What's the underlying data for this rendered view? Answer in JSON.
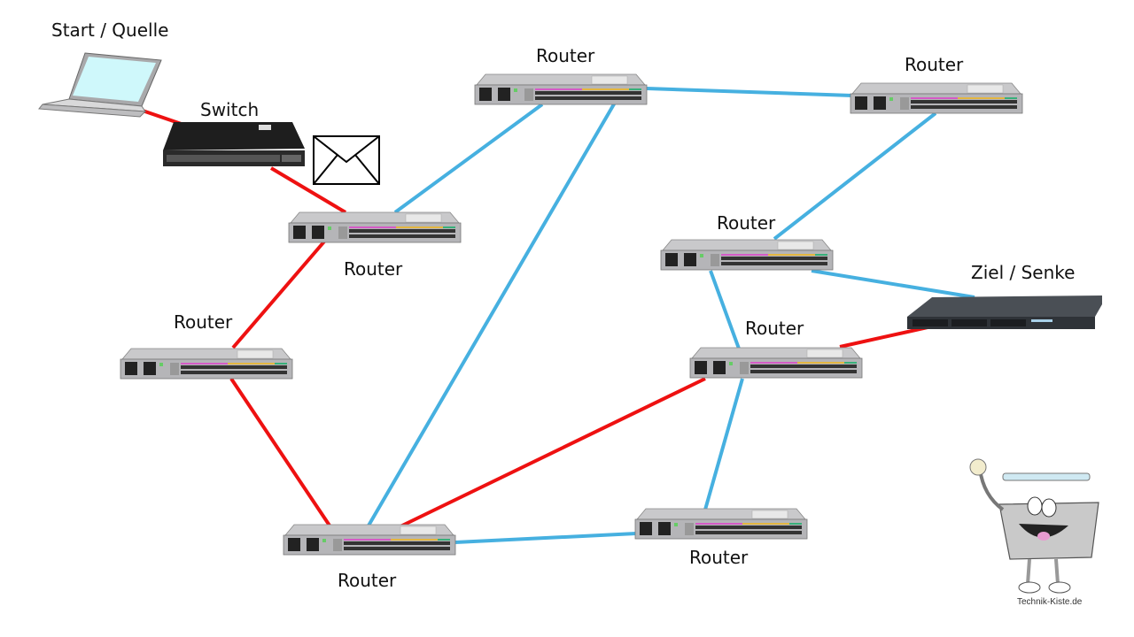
{
  "diagram": {
    "title": "",
    "colors": {
      "active_path": "#ee1111",
      "other_link": "#46b0e0"
    },
    "nodes": [
      {
        "id": "laptop",
        "type": "laptop",
        "label": "Start / Quelle"
      },
      {
        "id": "switch",
        "type": "switch",
        "label": "Switch"
      },
      {
        "id": "r1",
        "type": "router",
        "label": "Router"
      },
      {
        "id": "r2",
        "type": "router",
        "label": "Router"
      },
      {
        "id": "r3",
        "type": "router",
        "label": "Router"
      },
      {
        "id": "r4",
        "type": "router",
        "label": "Router"
      },
      {
        "id": "r5",
        "type": "router",
        "label": "Router"
      },
      {
        "id": "r6",
        "type": "router",
        "label": "Router"
      },
      {
        "id": "r7",
        "type": "router",
        "label": "Router"
      },
      {
        "id": "r8",
        "type": "router",
        "label": "Router"
      },
      {
        "id": "server",
        "type": "server",
        "label": "Ziel / Senke"
      }
    ],
    "edges": [
      {
        "from": "laptop",
        "to": "switch",
        "kind": "active"
      },
      {
        "from": "switch",
        "to": "r1",
        "kind": "active"
      },
      {
        "from": "r1",
        "to": "r2",
        "kind": "active"
      },
      {
        "from": "r2",
        "to": "r3",
        "kind": "active"
      },
      {
        "from": "r3",
        "to": "r7",
        "kind": "active"
      },
      {
        "from": "r7",
        "to": "server",
        "kind": "active"
      },
      {
        "from": "r1",
        "to": "r4",
        "kind": "other"
      },
      {
        "from": "r4",
        "to": "r5",
        "kind": "other"
      },
      {
        "from": "r4",
        "to": "r3",
        "kind": "other"
      },
      {
        "from": "r5",
        "to": "r6",
        "kind": "other"
      },
      {
        "from": "r6",
        "to": "server",
        "kind": "other"
      },
      {
        "from": "r6",
        "to": "r7",
        "kind": "other"
      },
      {
        "from": "r7",
        "to": "r8",
        "kind": "other"
      },
      {
        "from": "r3",
        "to": "r8",
        "kind": "other"
      }
    ],
    "message_icon": "envelope-icon",
    "logo": {
      "text": "Technik-Kiste.de"
    }
  }
}
